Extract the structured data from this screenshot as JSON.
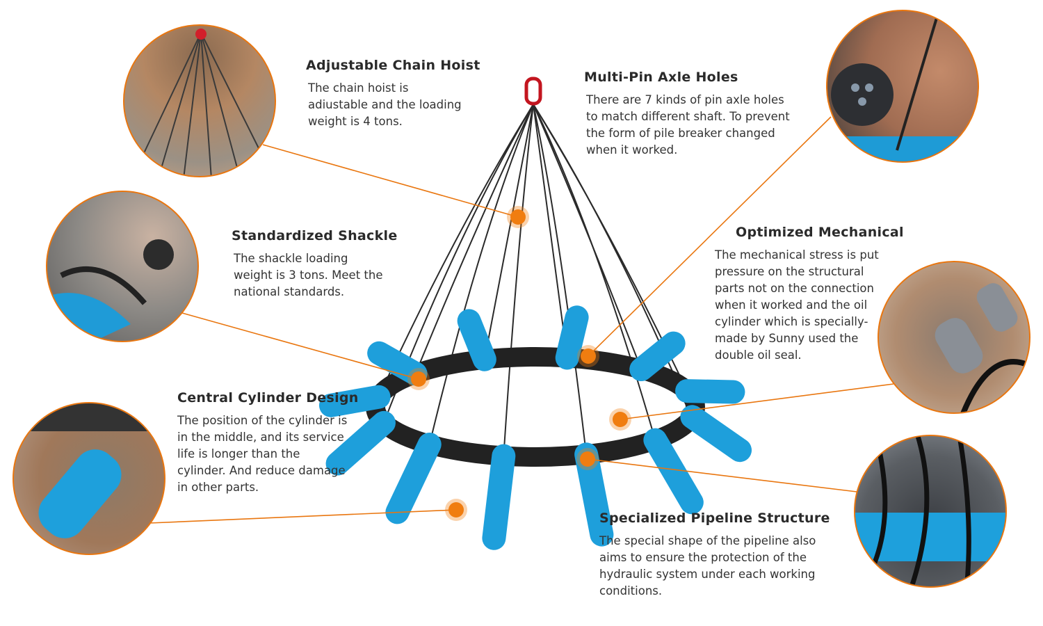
{
  "accent_color": "#e9760f",
  "features": [
    {
      "title": "Adjustable Chain Hoist",
      "text": "The chain hoist is adiustable and the loading weight is 4 tons."
    },
    {
      "title": "Standardized Shackle",
      "text": "The shackle loading weight is 3 tons. Meet the national standards."
    },
    {
      "title": "Central Cylinder Design",
      "text": "The position of the cylinder is in the middle, and its service life is longer than the cylinder. And reduce damage in other parts."
    },
    {
      "title": "Multi-Pin Axle Holes",
      "text": "There are 7 kinds of pin axle holes to match different shaft. To prevent the form of pile breaker changed when it worked."
    },
    {
      "title": "Optimized Mechanical",
      "text": "The mechanical stress is put pressure on the structural parts not on the connection when it worked and the oil cylinder which is specially-made by Sunny used the double oil seal."
    },
    {
      "title": "Specialized Pipeline Structure",
      "text": "The special shape of the pipeline also aims to ensure the protection of the hydraulic system under each working conditions."
    }
  ]
}
